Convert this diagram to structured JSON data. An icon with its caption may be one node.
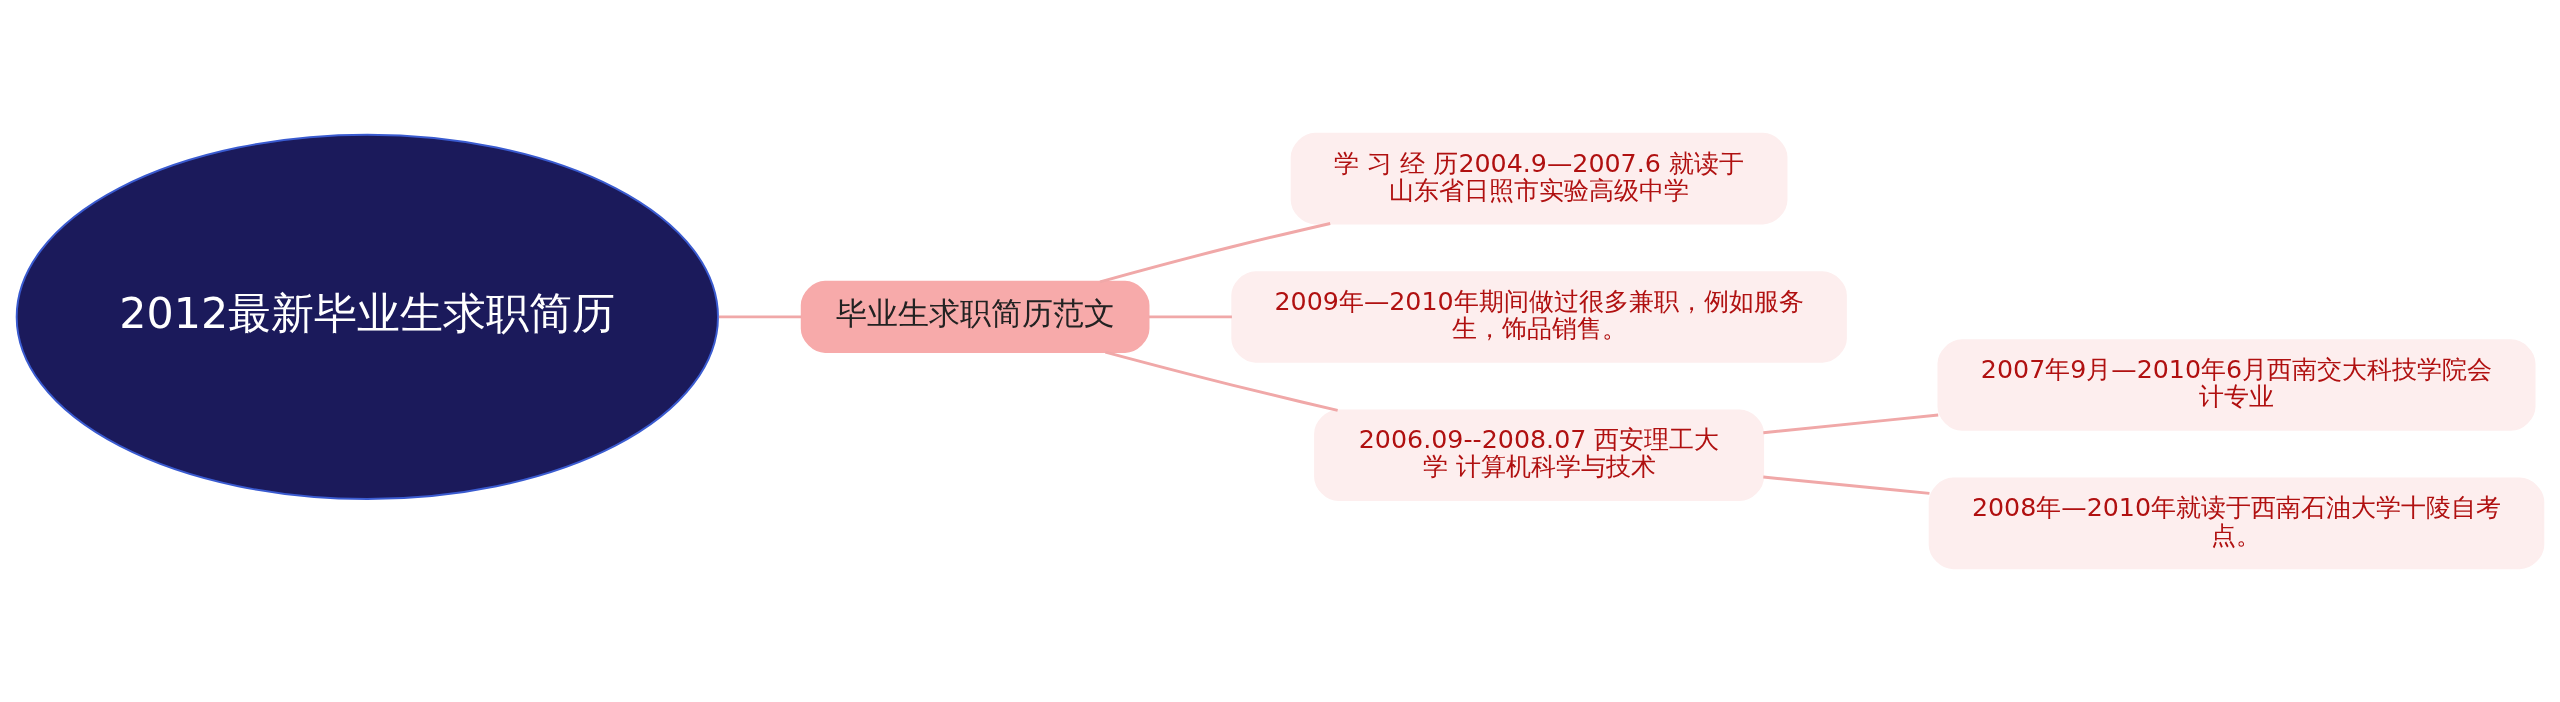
{
  "diagram": {
    "nodes": [
      {
        "text": [
          "2012最新毕业生求职简历"
        ]
      },
      {
        "text": [
          "毕业生求职简历范文"
        ]
      },
      {
        "text": [
          "学 习 经 历2004.9—2007.6 就读于山东省日照市实验高级中学"
        ]
      },
      {
        "text": [
          "2009年—2010年期间做过很多兼职，例如服务生，饰品销售。"
        ]
      },
      {
        "text": [
          "2006.09--2008.07 西安理工大学 计算机科学与技术"
        ]
      },
      {
        "text": [
          "2007年9月—2010年6月西南交大科技学院会计专业"
        ]
      },
      {
        "text": [
          "2008年—2010年就读于西南石油大学十陵自考点。"
        ]
      }
    ],
    "edges": [
      {
        "from": 0,
        "to": 1,
        "arrow": "none"
      },
      {
        "from": 1,
        "to": 2,
        "arrow": "none"
      },
      {
        "from": 1,
        "to": 3,
        "arrow": "none"
      },
      {
        "from": 1,
        "to": 4,
        "arrow": "none"
      },
      {
        "from": 4,
        "to": 5,
        "arrow": "none"
      },
      {
        "from": 4,
        "to": 6,
        "arrow": "none"
      }
    ]
  }
}
